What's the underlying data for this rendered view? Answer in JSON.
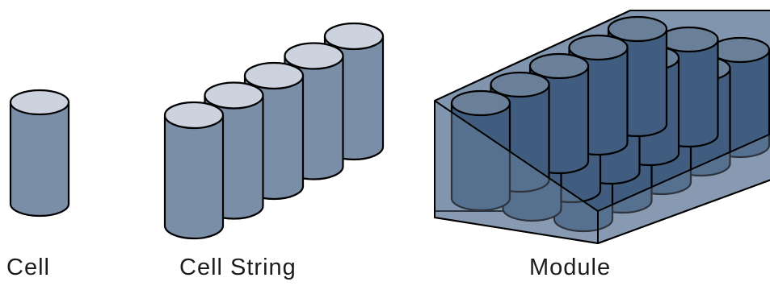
{
  "labels": {
    "cell": "Cell",
    "cell_string": "Cell String",
    "module": "Module"
  },
  "colors": {
    "single_cell_body": "#7a8ea8",
    "single_cell_top": "#ccd3de",
    "module_cell_body": "#405c7e",
    "module_cell_top": "#6a7f98",
    "tray_side": "#8196ae",
    "tray_floor": "#8b9db4",
    "outline": "#000000",
    "text": "#1c1c1c"
  },
  "counts": {
    "cells_in_string": 5,
    "module_rows": 3,
    "module_columns": 5
  }
}
